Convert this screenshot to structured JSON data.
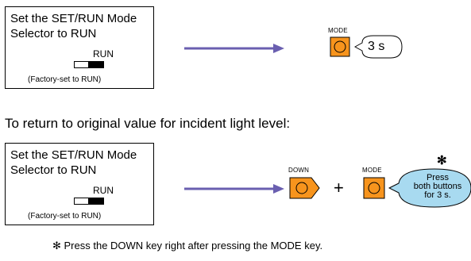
{
  "step1": {
    "instruction_line1": "Set the SET/RUN Mode",
    "instruction_line2": "Selector to RUN",
    "switch_label": "RUN",
    "factory_note": "(Factory-set to RUN)",
    "key_label": "MODE",
    "hold_time": "3 s"
  },
  "section_title": "To return to original value for incident light level:",
  "step2": {
    "instruction_line1": "Set the SET/RUN Mode",
    "instruction_line2": "Selector to RUN",
    "switch_label": "RUN",
    "factory_note": "(Factory-set to RUN)",
    "down_key_label": "DOWN",
    "plus_sign": "+",
    "mode_key_label": "MODE",
    "asterisk": "✻",
    "bubble_line1": "Press",
    "bubble_line2": "both buttons",
    "bubble_line3": "for 3 s."
  },
  "footnote": "✻ Press the DOWN key right after pressing the MODE key.",
  "colors": {
    "key_fill": "#f7941d",
    "arrow": "#6a5fb0",
    "bubble_fill": "#a8daf0"
  },
  "icons": [
    "mode-key-icon",
    "down-key-icon",
    "right-arrow-icon"
  ]
}
